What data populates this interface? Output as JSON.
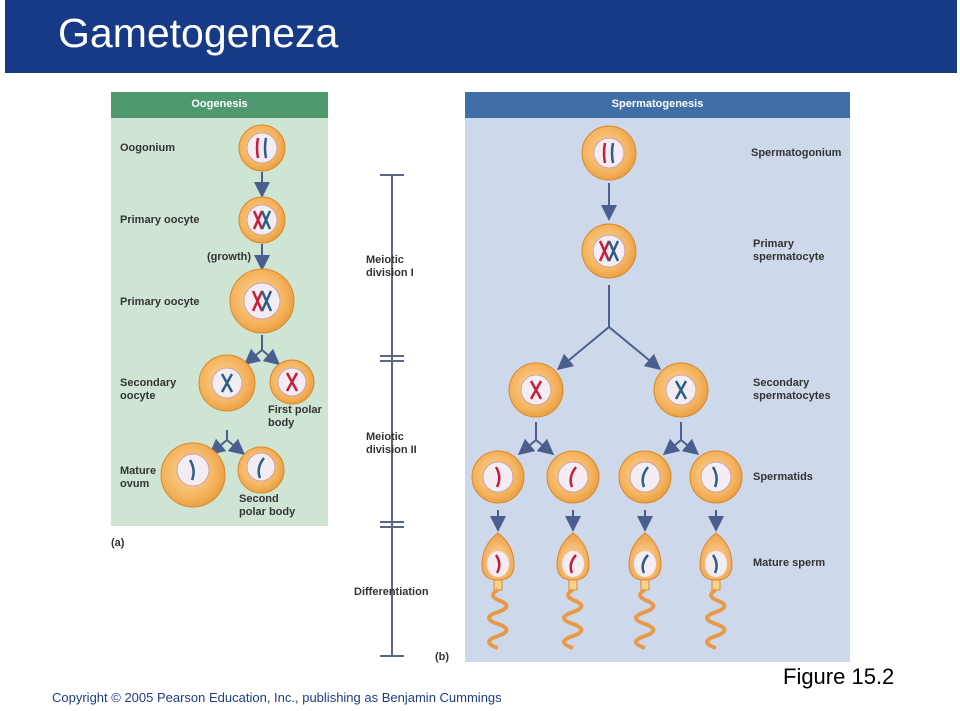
{
  "slide": {
    "title": "Gametogeneza",
    "figure_label": "Figure 15.2",
    "copyright": "Copyright © 2005 Pearson Education, Inc., publishing as Benjamin Cummings"
  },
  "oogenesis": {
    "header": "Oogenesis",
    "panel_label": "(a)",
    "labels": {
      "oogonium": "Oogonium",
      "primary_oocyte_1": "Primary oocyte",
      "growth": "(growth)",
      "primary_oocyte_2": "Primary oocyte",
      "secondary_oocyte": "Secondary oocyte",
      "first_polar_body": "First polar body",
      "mature_ovum": "Mature ovum",
      "second_polar_body": "Second polar body"
    }
  },
  "timeline": {
    "meiotic_division_1": "Meiotic division I",
    "meiotic_division_2": "Meiotic division II",
    "differentiation": "Differentiation",
    "panel_label": "(b)"
  },
  "spermatogenesis": {
    "header": "Spermatogenesis",
    "labels": {
      "spermatogonium": "Spermatogonium",
      "primary_spermatocyte": "Primary spermatocyte",
      "secondary_spermatocytes": "Secondary spermatocytes",
      "spermatids": "Spermatids",
      "mature_sperm": "Mature sperm"
    }
  },
  "colors": {
    "title_bar": "#173a86",
    "oogenesis_header": "#4e9a6e",
    "oogenesis_panel": "#cfe5d4",
    "spermatogenesis_header": "#3f6fa6",
    "spermatogenesis_panel": "#cdd9ea",
    "cell_fill": "#f4b25c",
    "cell_edge": "#d9892c",
    "nucleus": "#f3ecf3",
    "arrow": "#4b5f8f",
    "chromosome_red": "#c41e3a",
    "chromosome_blue": "#2b5f86"
  }
}
